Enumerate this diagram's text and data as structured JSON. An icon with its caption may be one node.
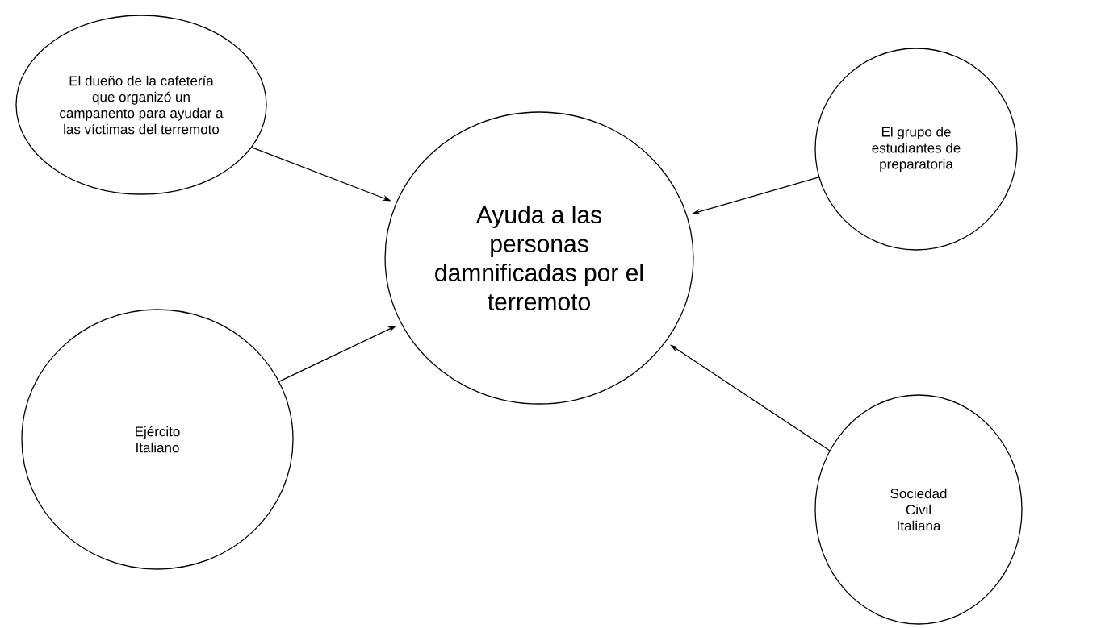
{
  "diagram": {
    "nodes": [
      {
        "text": [
          "El dueño de la cafetería que organizó un campanento para ayudar a las víctimas del terremoto"
        ]
      },
      {
        "text": [
          "El grupo de estudiantes de preparatoria"
        ]
      },
      {
        "text": [
          "Ayuda a las personas damnificadas por el terremoto"
        ]
      },
      {
        "text": [
          "Ejército Italiano"
        ]
      },
      {
        "text": [
          "Sociedad Civil Italiana"
        ]
      }
    ],
    "edges": [
      {
        "from": 0,
        "to": 2,
        "arrow": "to"
      },
      {
        "from": 1,
        "to": 2,
        "arrow": "to"
      },
      {
        "from": 3,
        "to": 2,
        "arrow": "to"
      },
      {
        "from": 4,
        "to": 2,
        "arrow": "to"
      }
    ]
  }
}
